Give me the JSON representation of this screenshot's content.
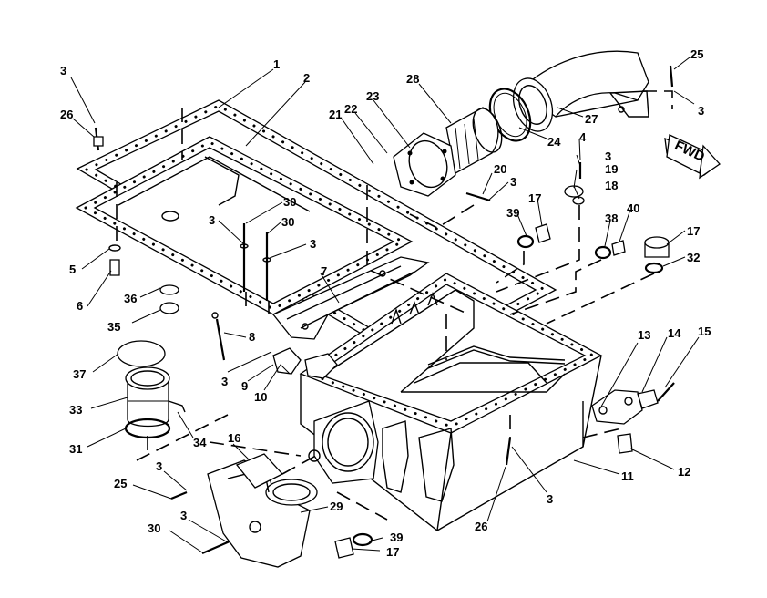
{
  "fwd_label": "FWD",
  "callouts": [
    {
      "id": "c3a",
      "text": "3"
    },
    {
      "id": "c26a",
      "text": "26"
    },
    {
      "id": "c1",
      "text": "1"
    },
    {
      "id": "c2",
      "text": "2"
    },
    {
      "id": "c21",
      "text": "21"
    },
    {
      "id": "c22",
      "text": "22"
    },
    {
      "id": "c23",
      "text": "23"
    },
    {
      "id": "c28",
      "text": "28"
    },
    {
      "id": "c25a",
      "text": "25"
    },
    {
      "id": "c3b",
      "text": "3"
    },
    {
      "id": "c27",
      "text": "27"
    },
    {
      "id": "c24",
      "text": "24"
    },
    {
      "id": "c4",
      "text": "4"
    },
    {
      "id": "c3c",
      "text": "3"
    },
    {
      "id": "c19",
      "text": "19"
    },
    {
      "id": "c18",
      "text": "18"
    },
    {
      "id": "c20",
      "text": "20"
    },
    {
      "id": "c3d",
      "text": "3"
    },
    {
      "id": "c30a",
      "text": "30"
    },
    {
      "id": "c3e",
      "text": "3"
    },
    {
      "id": "c30b",
      "text": "30"
    },
    {
      "id": "c3f",
      "text": "3"
    },
    {
      "id": "c39a",
      "text": "39"
    },
    {
      "id": "c17a",
      "text": "17"
    },
    {
      "id": "c38",
      "text": "38"
    },
    {
      "id": "c40",
      "text": "40"
    },
    {
      "id": "c17b",
      "text": "17"
    },
    {
      "id": "c32",
      "text": "32"
    },
    {
      "id": "c5",
      "text": "5"
    },
    {
      "id": "c6",
      "text": "6"
    },
    {
      "id": "c36",
      "text": "36"
    },
    {
      "id": "c7",
      "text": "7"
    },
    {
      "id": "c35",
      "text": "35"
    },
    {
      "id": "c8",
      "text": "8"
    },
    {
      "id": "c37",
      "text": "37"
    },
    {
      "id": "c3g",
      "text": "3"
    },
    {
      "id": "c9",
      "text": "9"
    },
    {
      "id": "c10",
      "text": "10"
    },
    {
      "id": "c13",
      "text": "13"
    },
    {
      "id": "c14",
      "text": "14"
    },
    {
      "id": "c15",
      "text": "15"
    },
    {
      "id": "c33",
      "text": "33"
    },
    {
      "id": "c34",
      "text": "34"
    },
    {
      "id": "c31",
      "text": "31"
    },
    {
      "id": "c16",
      "text": "16"
    },
    {
      "id": "c3h",
      "text": "3"
    },
    {
      "id": "c25b",
      "text": "25"
    },
    {
      "id": "c29",
      "text": "29"
    },
    {
      "id": "c3i",
      "text": "3"
    },
    {
      "id": "c30c",
      "text": "30"
    },
    {
      "id": "c39b",
      "text": "39"
    },
    {
      "id": "c17c",
      "text": "17"
    },
    {
      "id": "c26b",
      "text": "26"
    },
    {
      "id": "c3j",
      "text": "3"
    },
    {
      "id": "c11",
      "text": "11"
    },
    {
      "id": "c12",
      "text": "12"
    }
  ]
}
